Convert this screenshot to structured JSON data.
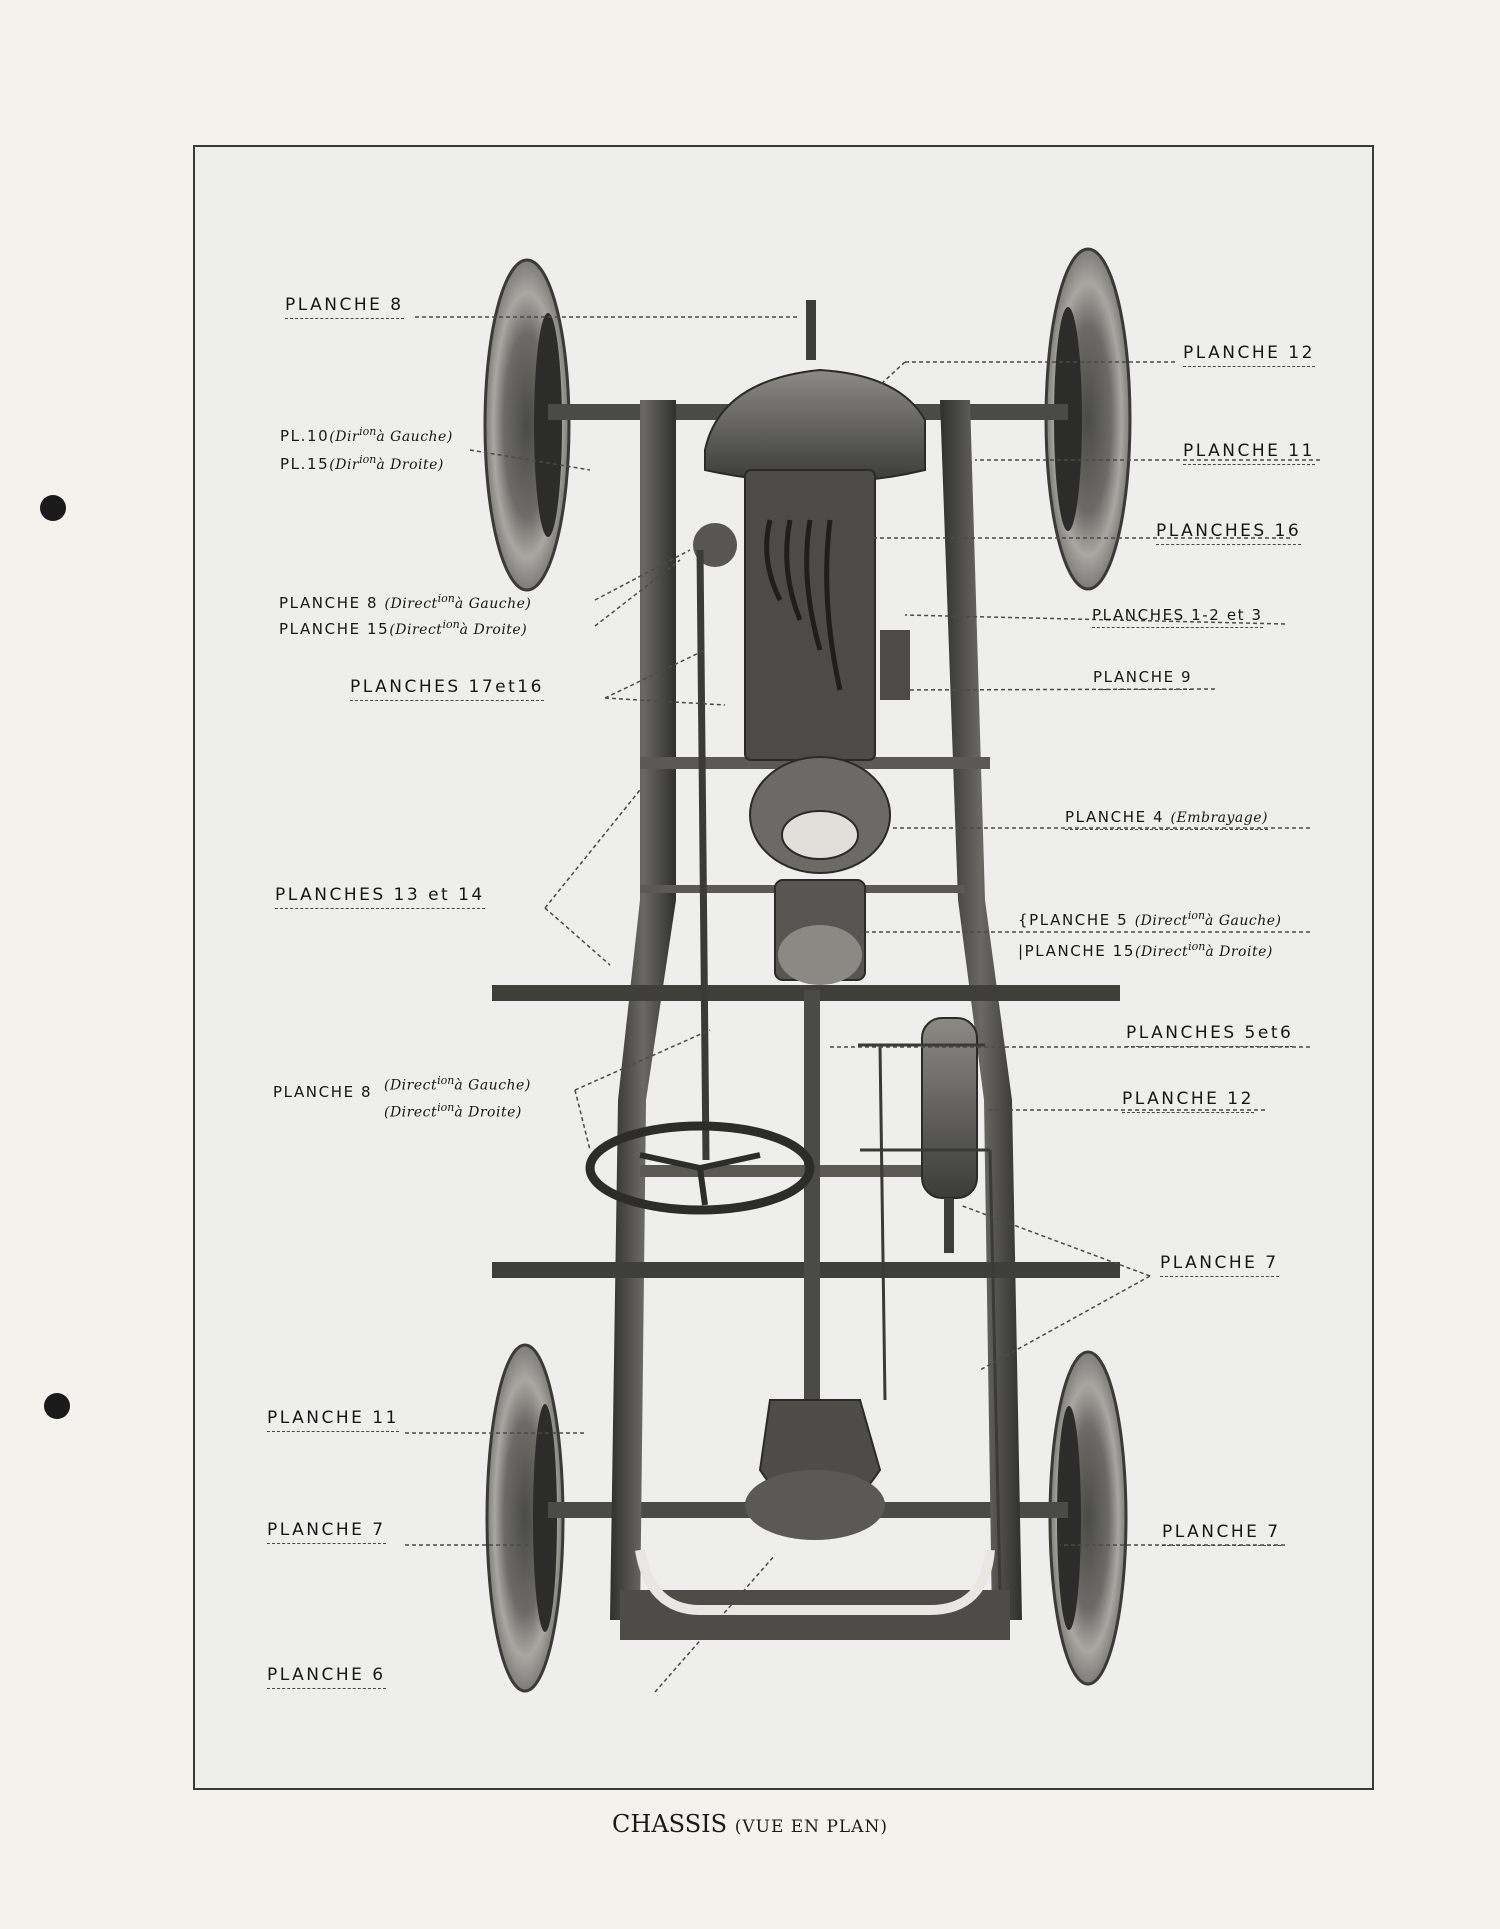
{
  "caption": {
    "title": "CHASSIS",
    "subtitle": "(VUE EN PLAN)"
  },
  "labels": {
    "pl8_top": "PLANCHE 8",
    "pl12_top": "PLANCHE 12",
    "pl10": "PL.10",
    "pl10_note": "(Dir",
    "pl10_sup": "ion",
    "pl10_tail": "à Gauche)",
    "pl15": "PL.15",
    "pl15_note": "(Dir",
    "pl15_sup": "ion",
    "pl15_tail": "à Droite)",
    "pl11_top": "PLANCHE 11",
    "pl16": "PLANCHES 16",
    "pl8_mid": "PLANCHE 8",
    "pl8_mid_note": "(Direct",
    "pl8_mid_sup": "ion",
    "pl8_mid_tail": "à Gauche)",
    "pl15_mid": "PLANCHE 15",
    "pl15_mid_note": "(Direct",
    "pl15_mid_sup": "ion",
    "pl15_mid_tail": "à Droite)",
    "pl123": "PLANCHES 1-2 et 3",
    "pl1716": "PLANCHES 17et16",
    "pl9": "PLANCHE 9",
    "pl4": "PLANCHE 4",
    "pl4_note": "(Embrayage)",
    "pl1314": "PLANCHES 13 et 14",
    "pl5": "PLANCHE 5",
    "pl5_note": "(Direct",
    "pl5_sup": "ion",
    "pl5_tail": "à Gauche)",
    "pl15_low": "PLANCHE 15",
    "pl15_low_note": "(Direct",
    "pl15_low_sup": "ion",
    "pl15_low_tail": "à Droite)",
    "pl56": "PLANCHES 5et6",
    "pl8_low": "PLANCHE 8",
    "pl8_low_note1": "(Direct",
    "pl8_low_sup1": "ion",
    "pl8_low_tail1": "à Gauche)",
    "pl8_low_note2": "(Direct",
    "pl8_low_sup2": "ion",
    "pl8_low_tail2": "à Droite)",
    "pl12_low": "PLANCHE 12",
    "pl7_right": "PLANCHE 7",
    "pl11_low": "PLANCHE 11",
    "pl7_left": "PLANCHE 7",
    "pl7_rear": "PLANCHE 7",
    "pl6": "PLANCHE 6"
  },
  "colors": {
    "paper": "#f3f2ec",
    "frame_bg": "#eeeeec",
    "metal_dark": "#3d3d3b",
    "metal_mid": "#6f6e6a",
    "tire": "#9b9a95",
    "leader": "#4a4a4a"
  }
}
